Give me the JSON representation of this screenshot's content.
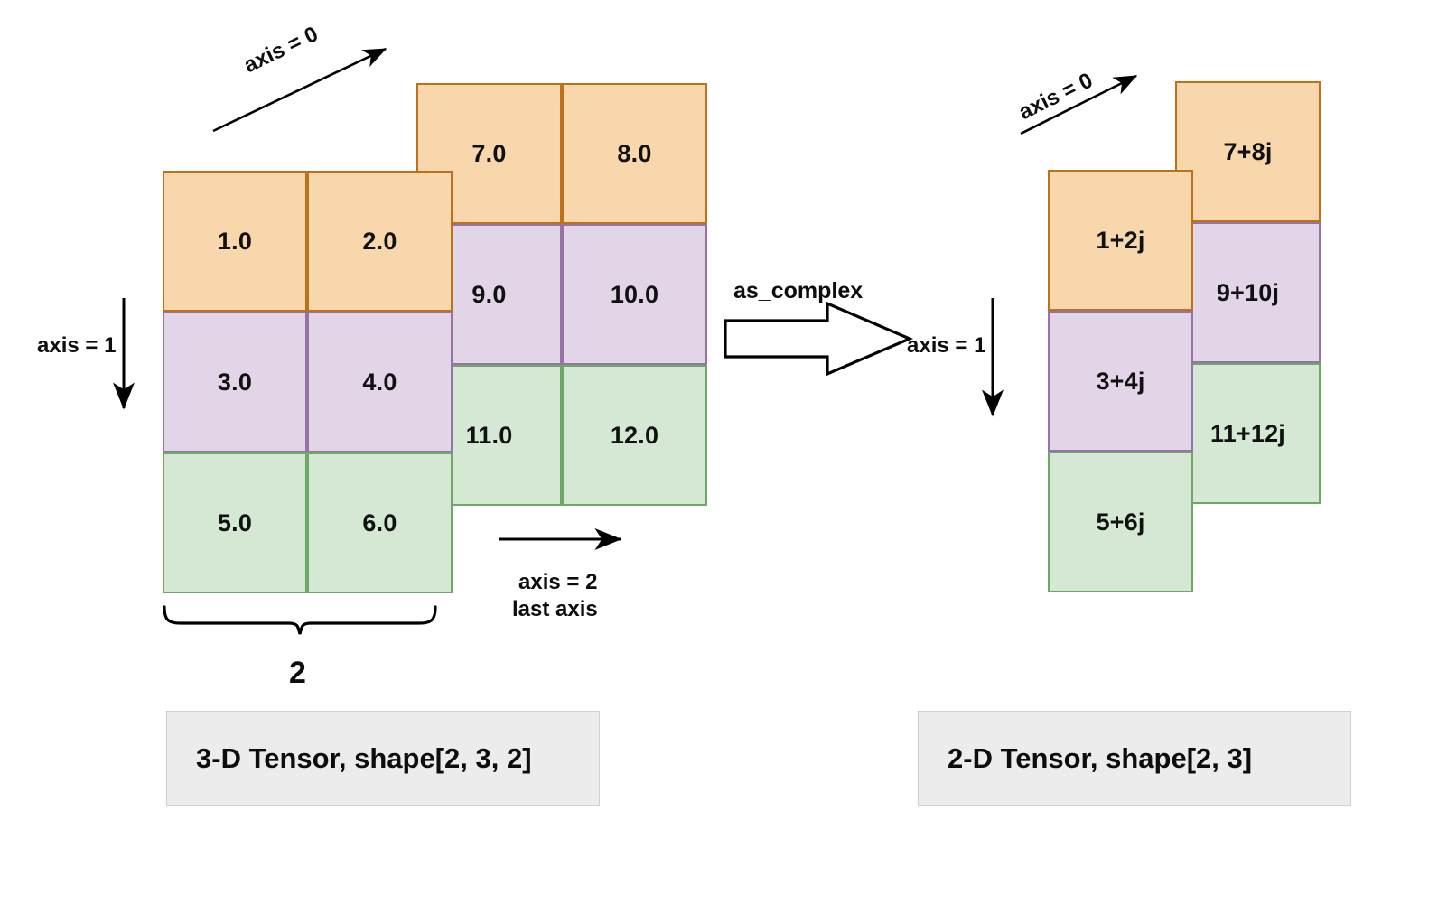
{
  "diagram": {
    "title_left": "3-D Tensor, shape[2, 3, 2]",
    "title_right": "2-D Tensor, shape[2, 3]",
    "operation_label": "as_complex",
    "colors": {
      "orange_fill": "#F8D7AC",
      "orange_stroke": "#BE7118",
      "purple_fill": "#E1D5E7",
      "purple_stroke": "#9673A6",
      "green_fill": "#D5E8D4",
      "green_stroke": "#6FA866",
      "caption_fill": "#ECECEC",
      "caption_stroke": "#CFCFCF",
      "ink": "#000000",
      "background": "#FFFFFF"
    }
  },
  "left_tensor": {
    "axis0_label": "axis = 0",
    "axis1_label": "axis = 1",
    "axis2_label_line1": "axis = 2",
    "axis2_label_line2": "last axis",
    "brace_count": "2",
    "front_slice": {
      "rows": [
        {
          "color": "orange",
          "values": [
            "1.0",
            "2.0"
          ]
        },
        {
          "color": "purple",
          "values": [
            "3.0",
            "4.0"
          ]
        },
        {
          "color": "green",
          "values": [
            "5.0",
            "6.0"
          ]
        }
      ]
    },
    "back_slice": {
      "rows": [
        {
          "color": "orange",
          "values": [
            "7.0",
            "8.0"
          ]
        },
        {
          "color": "purple",
          "values": [
            "9.0",
            "10.0"
          ]
        },
        {
          "color": "green",
          "values": [
            "11.0",
            "12.0"
          ]
        }
      ]
    }
  },
  "right_tensor": {
    "axis0_label": "axis = 0",
    "axis1_label": "axis = 1",
    "front_slice": {
      "rows": [
        {
          "color": "orange",
          "values": [
            "1+2j"
          ]
        },
        {
          "color": "purple",
          "values": [
            "3+4j"
          ]
        },
        {
          "color": "green",
          "values": [
            "5+6j"
          ]
        }
      ]
    },
    "back_slice": {
      "rows": [
        {
          "color": "orange",
          "values": [
            "7+8j"
          ]
        },
        {
          "color": "purple",
          "values": [
            "9+10j"
          ]
        },
        {
          "color": "green",
          "values": [
            "11+12j"
          ]
        }
      ]
    }
  }
}
